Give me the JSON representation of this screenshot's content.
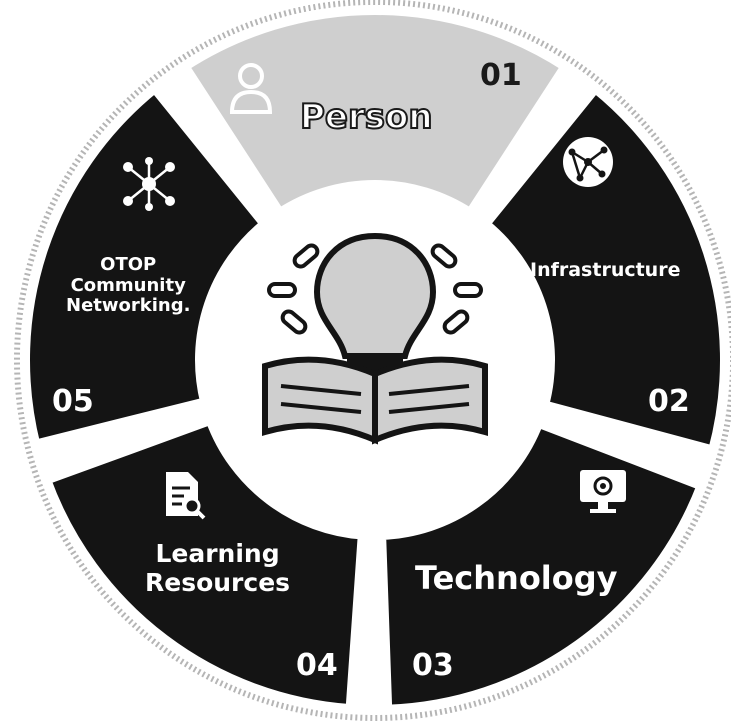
{
  "segments": [
    {
      "number": "01",
      "label": "Person",
      "icon": "person-icon"
    },
    {
      "number": "02",
      "label": "Infrastructure",
      "icon": "globe-network-icon"
    },
    {
      "number": "03",
      "label": "Technology",
      "icon": "monitor-gear-icon"
    },
    {
      "number": "04",
      "label": "Learning Resources",
      "label_lines": [
        "Learning",
        "Resources"
      ],
      "icon": "document-search-icon"
    },
    {
      "number": "05",
      "label": "OTOP Community Networking",
      "label_lines": [
        "OTOP",
        "Community",
        "Networking."
      ],
      "icon": "people-network-icon"
    }
  ],
  "center": {
    "icon": "lightbulb-book-icon"
  },
  "colors": {
    "dark_fill": "#141414",
    "light_fill": "#cfcfcf",
    "background": "#ffffff",
    "outer_ring": "#9a9a9a"
  }
}
